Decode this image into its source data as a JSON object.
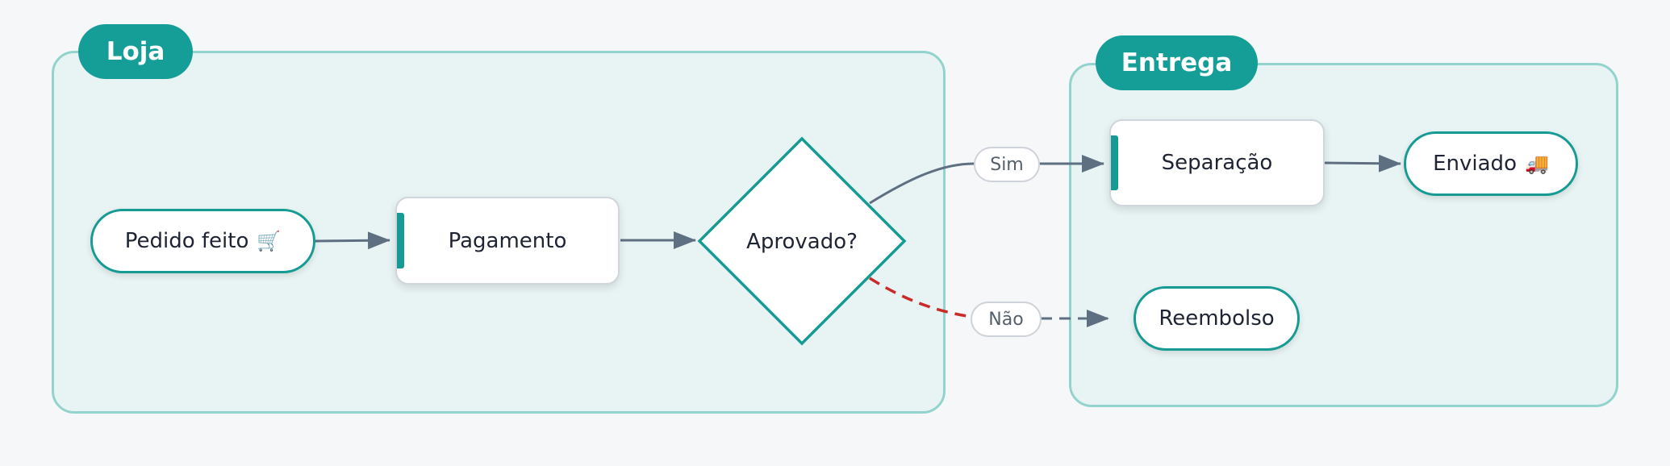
{
  "groups": {
    "loja": {
      "title": "Loja"
    },
    "entrega": {
      "title": "Entrega"
    }
  },
  "nodes": {
    "pedido": {
      "label": "Pedido feito",
      "icon": "🛒",
      "icon_name": "shopping-cart-icon"
    },
    "pagamento": {
      "label": "Pagamento"
    },
    "aprovado": {
      "label": "Aprovado?"
    },
    "separacao": {
      "label": "Separação"
    },
    "enviado": {
      "label": "Enviado",
      "icon": "🚚",
      "icon_name": "delivery-truck-icon"
    },
    "reembolso": {
      "label": "Reembolso"
    }
  },
  "edges": {
    "sim": {
      "label": "Sim"
    },
    "nao": {
      "label": "Não"
    }
  },
  "colors": {
    "accent": "#159e97",
    "group_fill": "#e8f4f3",
    "group_border": "#93d3cd",
    "arrow": "#5e6f82",
    "reject": "#c92a2a"
  }
}
